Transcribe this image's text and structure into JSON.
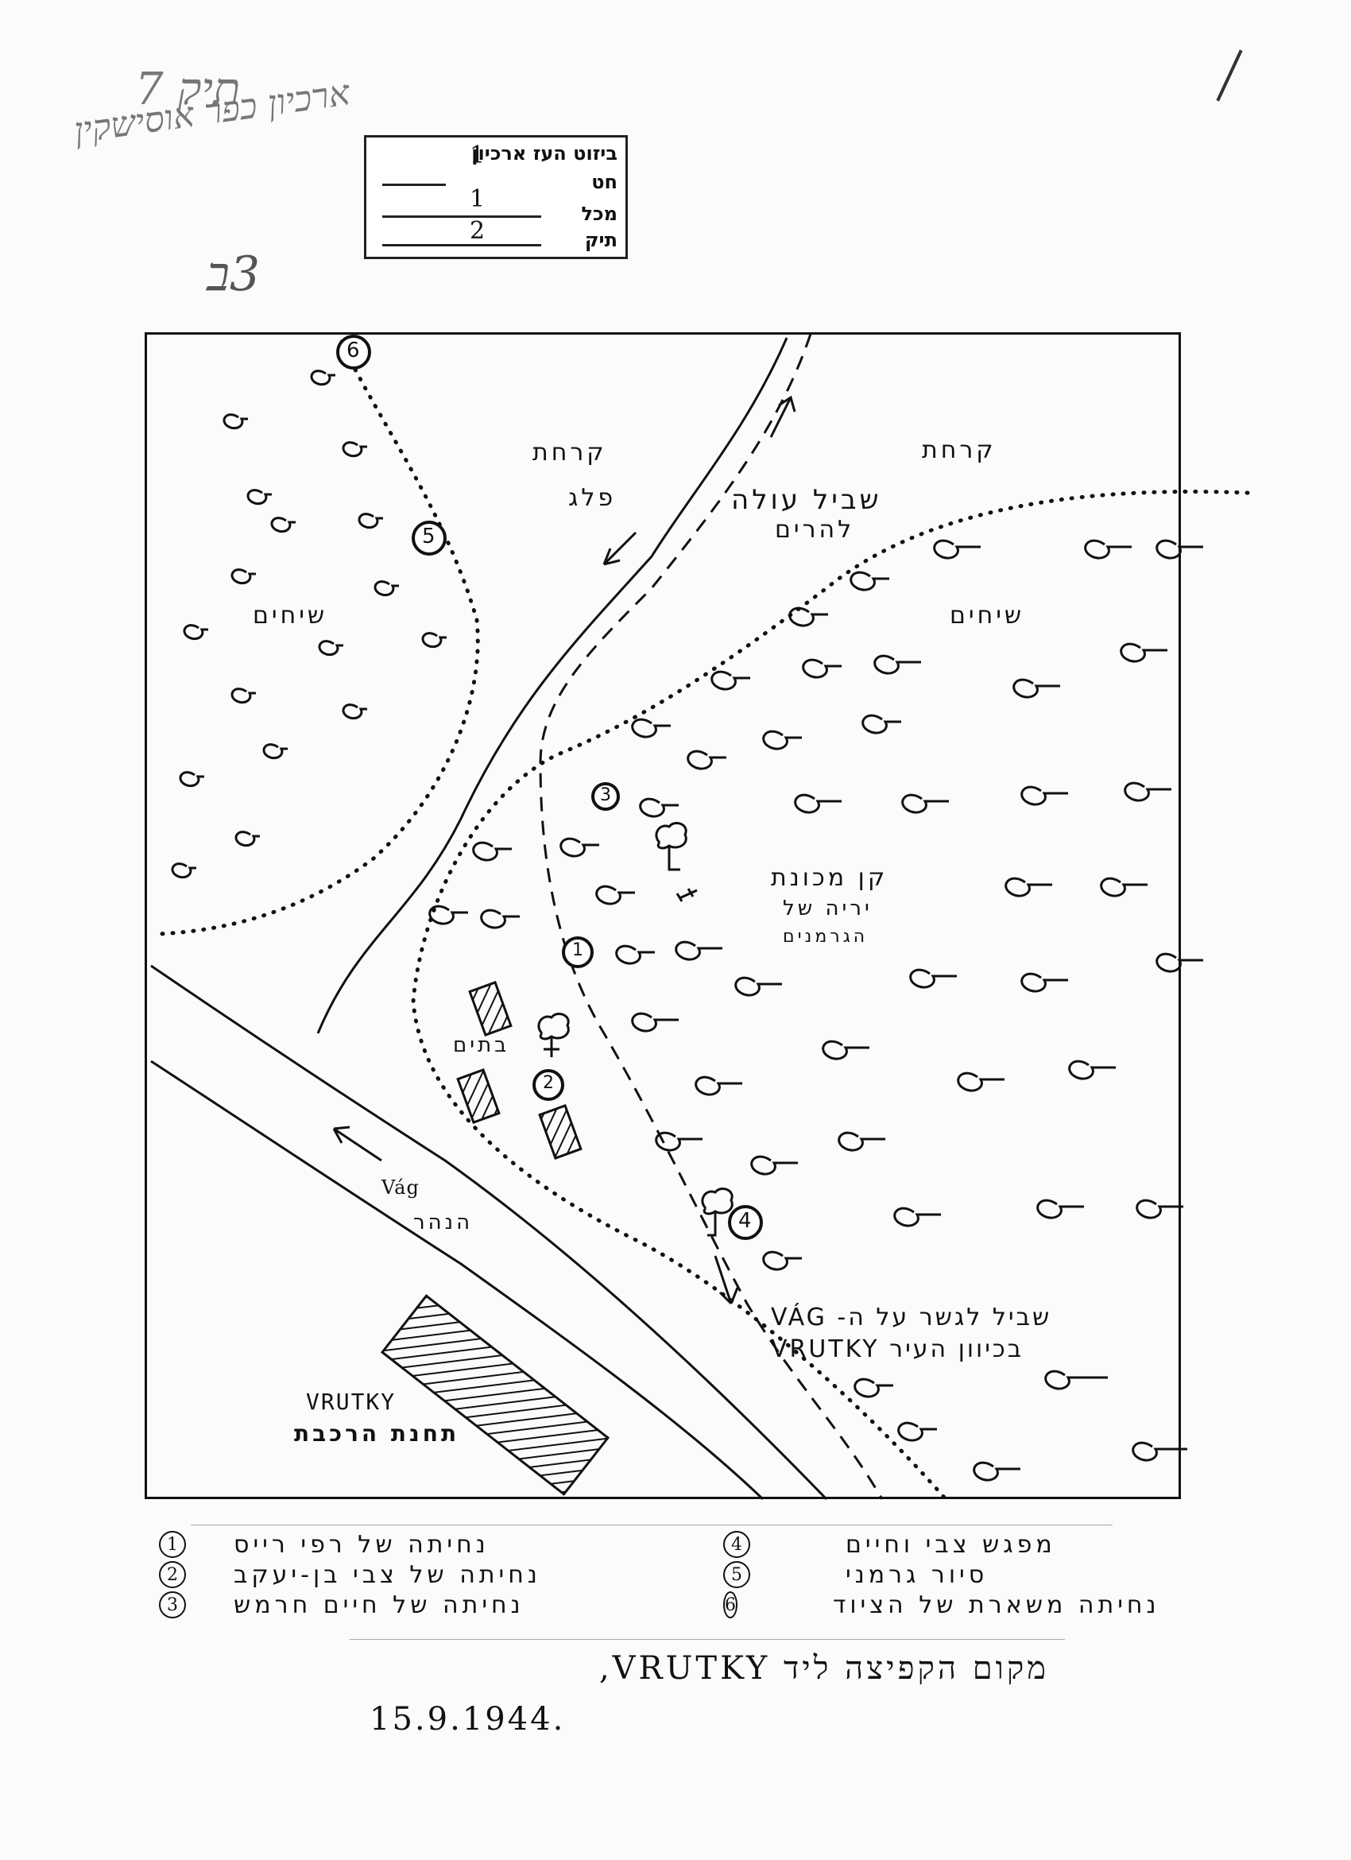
{
  "handwritten": {
    "tik_label": "תיק 7",
    "archive_name": "ארכיון כפר אוסישקין",
    "folio": "3ב"
  },
  "stamp": {
    "header": "ביזוט העז ארכיון",
    "row1_label": "חט",
    "row1_value": "1",
    "row2_label": "מכל",
    "row2_value": "1",
    "row3_label": "תיק",
    "row3_value": "2"
  },
  "map": {
    "labels": {
      "clearing_1": "קרחת",
      "stream": "פלג",
      "clearing_2": "קרחת",
      "path_up": "שביל עולה",
      "path_up_2": "להרים",
      "bushes_left": "שיחים",
      "bushes_right": "שיחים",
      "machine_gun_1": "קן מכונת",
      "machine_gun_2": "יריה של",
      "machine_gun_3": "הגרמנים",
      "houses": "בתים",
      "river_name": "Vág",
      "river": "הנהר",
      "bridge_path_1": "שביל לגשר על ה- VÁG",
      "bridge_path_2": "בכיוון העיר VRUTKY",
      "town": "VRUTKY",
      "station": "תחנת הרכבת"
    },
    "markers": [
      "1",
      "2",
      "3",
      "4",
      "5",
      "6"
    ]
  },
  "legend": [
    {
      "num": "1",
      "text": "נחיתה של רפי רייס"
    },
    {
      "num": "2",
      "text": "נחיתה של צבי בן-יעקב"
    },
    {
      "num": "3",
      "text": "נחיתה של חיים חרמש"
    },
    {
      "num": "4",
      "text": "מפגש צבי וחיים"
    },
    {
      "num": "5",
      "text": "סיור גרמני"
    },
    {
      "num": "6",
      "text": "נחיתה משארת של הציוד"
    }
  ],
  "caption": {
    "title": "מקום הקפיצה ליד VRUTKY,",
    "date": "15.9.1944."
  }
}
